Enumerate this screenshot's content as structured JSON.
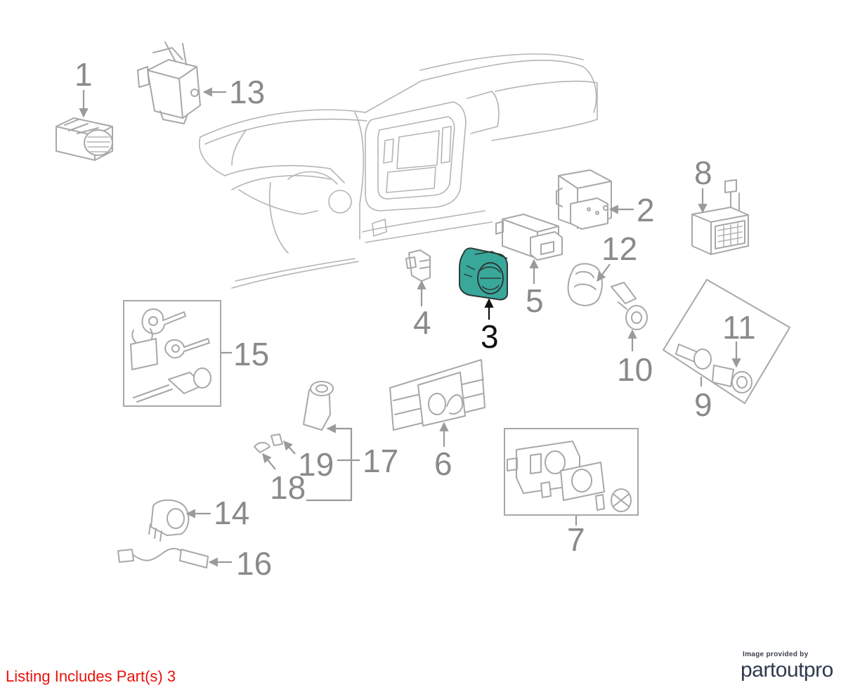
{
  "callouts": [
    "1",
    "2",
    "3",
    "4",
    "5",
    "6",
    "7",
    "8",
    "9",
    "10",
    "11",
    "12",
    "13",
    "14",
    "15",
    "16",
    "17",
    "18",
    "19"
  ],
  "highlight": {
    "part": "3",
    "color": "#3aa79b"
  },
  "footer": {
    "note": "Listing Includes Part(s) 3"
  },
  "credit": {
    "small": "Image provided by",
    "brand": "partoutpro"
  }
}
